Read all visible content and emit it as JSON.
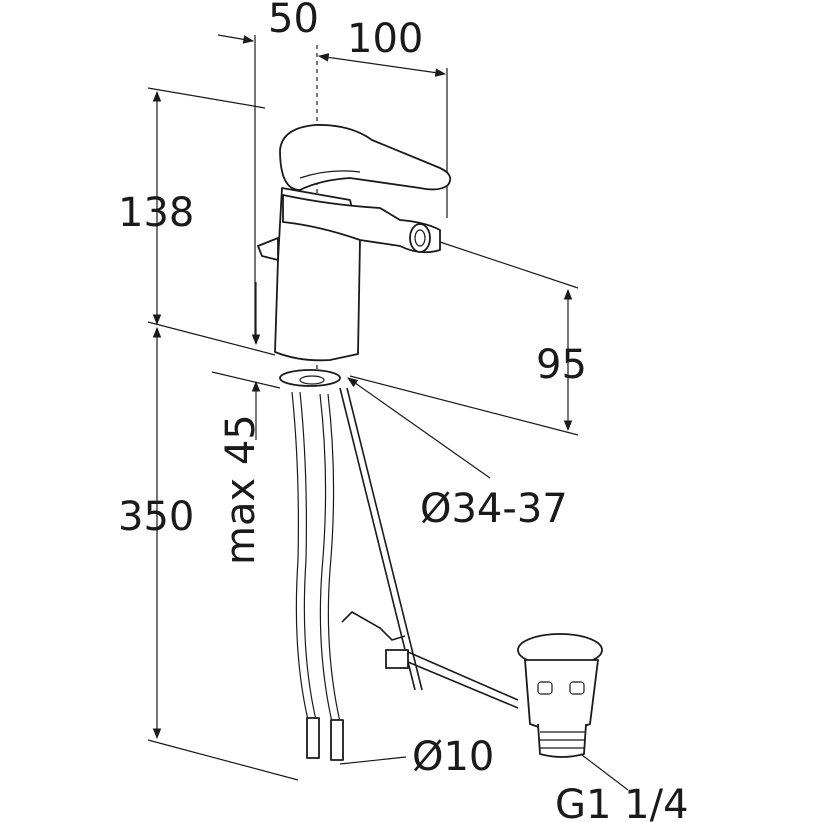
{
  "dimensions": {
    "width_50": "50",
    "width_100": "100",
    "height_138": "138",
    "height_95": "95",
    "height_350": "350",
    "max_45": "max 45",
    "hole_dia": "Ø34-37",
    "hose_dia": "Ø10",
    "thread": "G1 1/4"
  },
  "colors": {
    "line": "#1a1a1a",
    "background": "#ffffff"
  }
}
